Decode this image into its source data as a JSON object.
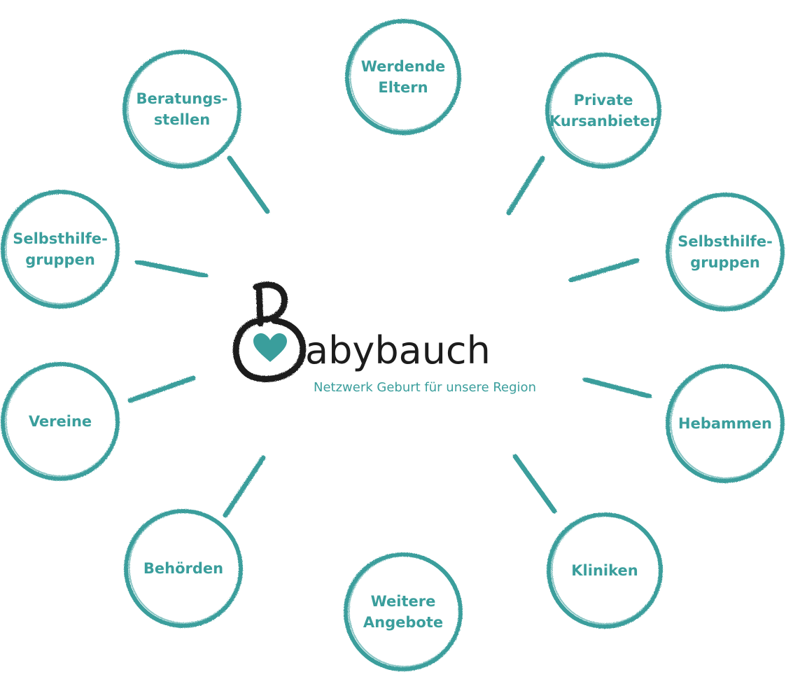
{
  "colors": {
    "accent": "#3a9e9c",
    "logo_dark": "#1c1c1c",
    "background": "#ffffff"
  },
  "logo": {
    "initial": "B",
    "wordmark": "abybauch",
    "tagline": "Netzwerk Geburt für unsere Region",
    "icon": "heart-icon"
  },
  "nodes": [
    {
      "id": "werdende-eltern",
      "lines": [
        "Werdende",
        "Eltern"
      ]
    },
    {
      "id": "private-kursanbieter",
      "lines": [
        "Private",
        "Kursanbieter"
      ]
    },
    {
      "id": "selbsthilfegruppen-right",
      "lines": [
        "Selbsthilfe-",
        "gruppen"
      ]
    },
    {
      "id": "hebammen",
      "lines": [
        "Hebammen"
      ]
    },
    {
      "id": "kliniken",
      "lines": [
        "Kliniken"
      ]
    },
    {
      "id": "weitere-angebote",
      "lines": [
        "Weitere",
        "Angebote"
      ]
    },
    {
      "id": "behoerden",
      "lines": [
        "Behörden"
      ]
    },
    {
      "id": "vereine",
      "lines": [
        "Vereine"
      ]
    },
    {
      "id": "selbsthilfegruppen-left",
      "lines": [
        "Selbsthilfe-",
        "gruppen"
      ]
    },
    {
      "id": "beratungsstellen",
      "lines": [
        "Beratungs-",
        "stellen"
      ]
    }
  ]
}
